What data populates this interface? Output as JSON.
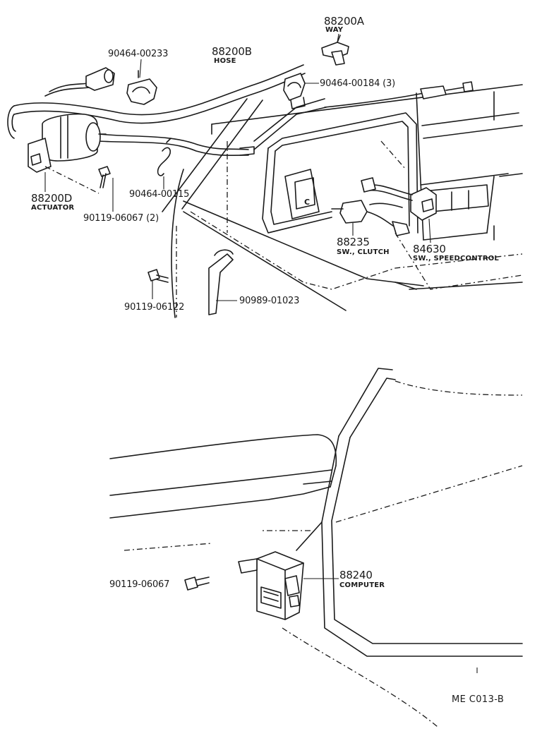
{
  "diagram": {
    "parts": [
      {
        "id": "way",
        "number": "88200A",
        "name": "WAY"
      },
      {
        "id": "clip_a",
        "number": "90464-00233",
        "name": ""
      },
      {
        "id": "hose",
        "number": "88200B",
        "name": "HOSE"
      },
      {
        "id": "clip_b",
        "number": "90464-00184 (3)",
        "name": ""
      },
      {
        "id": "actuator",
        "number": "88200D",
        "name": "ACTUATOR"
      },
      {
        "id": "clip_c",
        "number": "90464-00115",
        "name": ""
      },
      {
        "id": "bolt_a",
        "number": "90119-06067 (2)",
        "name": ""
      },
      {
        "id": "clutch_sw",
        "number": "88235",
        "name": "SW., CLUTCH"
      },
      {
        "id": "speed_sw",
        "number": "84630",
        "name": "SW., SPEEDCONTROL"
      },
      {
        "id": "bolt_b",
        "number": "90119-06122",
        "name": ""
      },
      {
        "id": "bracket",
        "number": "90989-01023",
        "name": ""
      },
      {
        "id": "bolt_c",
        "number": "90119-06067",
        "name": ""
      },
      {
        "id": "computer",
        "number": "88240",
        "name": "COMPUTER"
      }
    ],
    "dash_letter": "C",
    "figure_code": "ME  C013-B"
  }
}
